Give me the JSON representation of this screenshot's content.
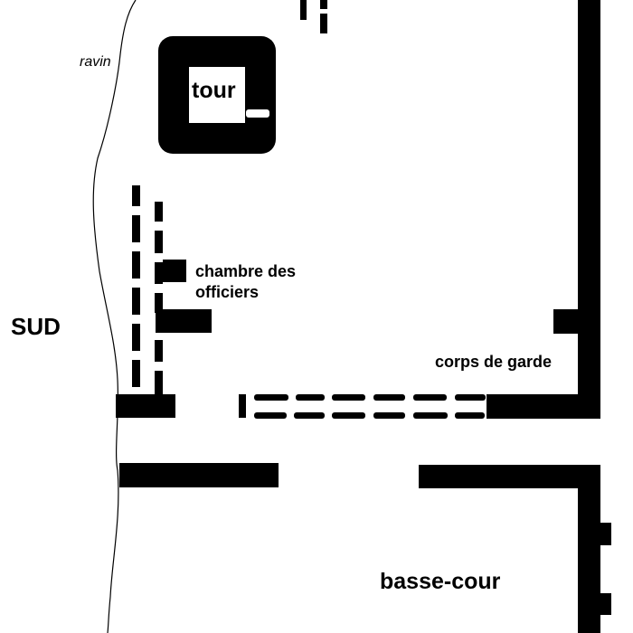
{
  "labels": {
    "tour": "tour",
    "ravin": "ravin",
    "sud": "SUD",
    "chambre_line1": "chambre des",
    "chambre_line2": "officiers",
    "corps_de_garde": "corps de garde",
    "basse_cour": "basse-cour"
  },
  "colors": {
    "walls": "#000000",
    "background": "#ffffff"
  }
}
